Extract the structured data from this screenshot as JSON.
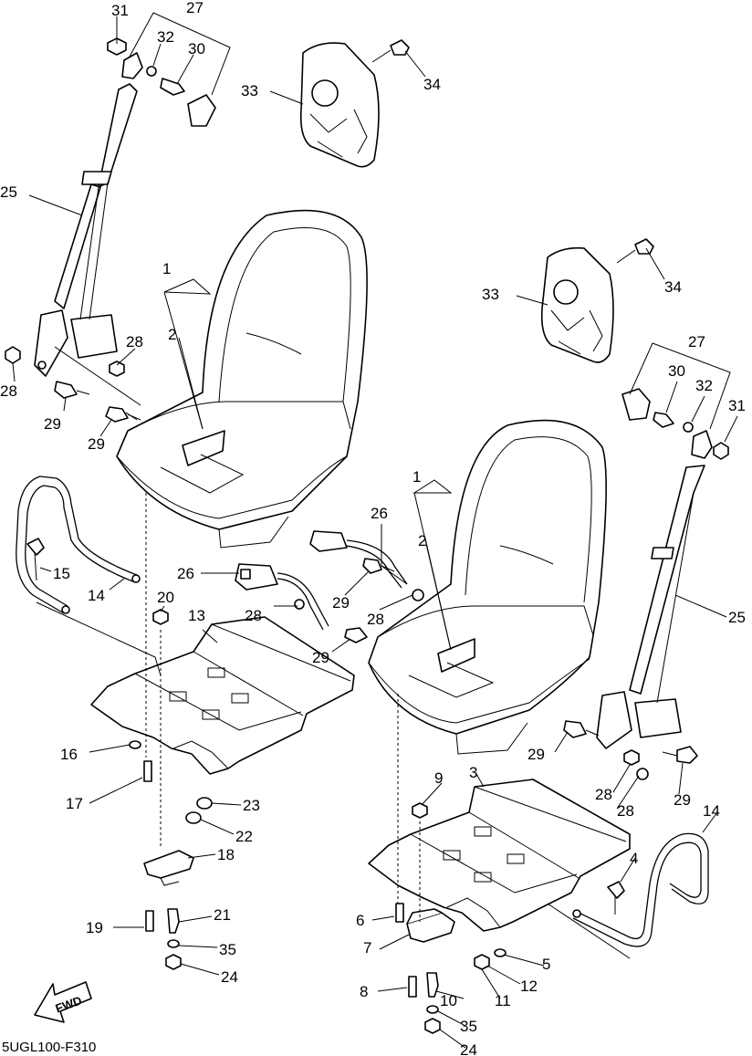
{
  "diagram_code": "5UGL100-F310",
  "fwd_label": "FWD",
  "callouts": {
    "c31a": "31",
    "c27a": "27",
    "c32a": "32",
    "c30a": "30",
    "c33a": "33",
    "c34a": "34",
    "c25a": "25",
    "c1a": "1",
    "c2a": "2",
    "c28a": "28",
    "c28b": "28",
    "c29a": "29",
    "c29b": "29",
    "c33b": "33",
    "c34b": "34",
    "c27b": "27",
    "c30b": "30",
    "c32b": "32",
    "c31b": "31",
    "c1b": "1",
    "c2b": "2",
    "c26a": "26",
    "c26b": "26",
    "c29c": "29",
    "c28c": "28",
    "c15": "15",
    "c14a": "14",
    "c20": "20",
    "c13": "13",
    "c28d": "28",
    "c29d": "29",
    "c25b": "25",
    "c16": "16",
    "c17": "17",
    "c23": "23",
    "c22": "22",
    "c18": "18",
    "c19": "19",
    "c21": "21",
    "c35a": "35",
    "c24a": "24",
    "c29e": "29",
    "c28e": "28",
    "c28f": "28",
    "c29f": "29",
    "c9": "9",
    "c3": "3",
    "c14b": "14",
    "c4": "4",
    "c6": "6",
    "c7": "7",
    "c5": "5",
    "c12": "12",
    "c8": "8",
    "c10": "10",
    "c11": "11",
    "c35b": "35",
    "c24b": "24"
  }
}
